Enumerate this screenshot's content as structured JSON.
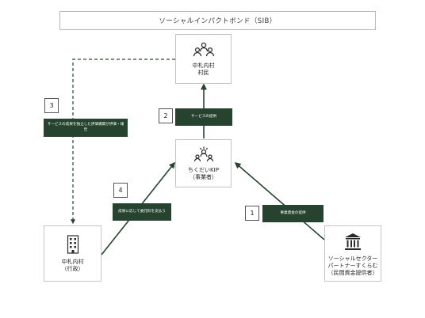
{
  "title": "ソーシャルインパクトボンド（SIB）",
  "nodes": {
    "village": {
      "line1": "中札内村",
      "line2": "村民"
    },
    "provider": {
      "line1": "ちくだいKIP",
      "line2": "（事業者）"
    },
    "government": {
      "line1": "中札内村",
      "line2": "（行政）"
    },
    "investor": {
      "line1": "ソーシャルセクター",
      "line2": "パートナーすくらむ",
      "line3": "（民間資金提供者）"
    }
  },
  "steps": [
    {
      "number": "1",
      "label": "事業資金の提供"
    },
    {
      "number": "2",
      "label": "サービスの提供"
    },
    {
      "number": "3",
      "label": "サービスの成果を独立した評価機関が評価・報告"
    },
    {
      "number": "4",
      "label": "成果に応じて委託料を支払う"
    }
  ],
  "colors": {
    "accent": "#26432f",
    "line": "#26432f",
    "border": "#c4c4c4"
  },
  "icons": {
    "village": "people-group-icon",
    "provider": "team-network-icon",
    "government": "office-building-icon",
    "investor": "bank-icon"
  }
}
